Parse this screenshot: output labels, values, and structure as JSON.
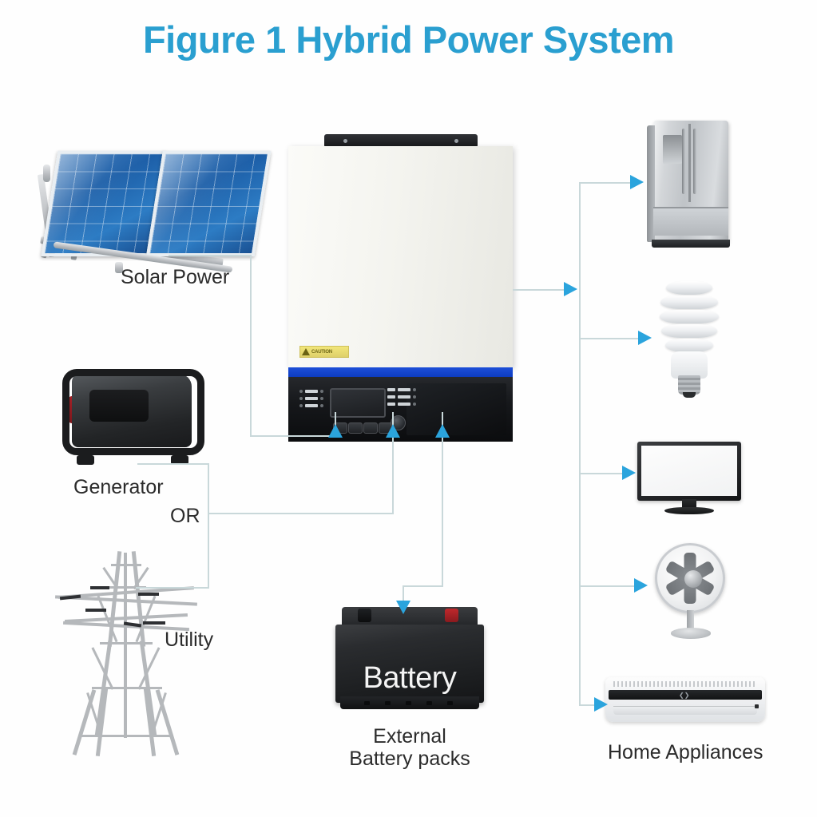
{
  "title": "Figure 1 Hybrid Power System",
  "theme": {
    "title_color": "#2a9fd0",
    "wire_color": "#c9d8da",
    "arrow_color": "#2ba4dd",
    "label_color": "#2b2b2b",
    "background": "#fefefe"
  },
  "sources": {
    "solar": {
      "label": "Solar Power",
      "icon": "solar-panel-icon"
    },
    "generator": {
      "label": "Generator",
      "icon": "generator-icon"
    },
    "utility": {
      "label": "Utility",
      "icon": "transmission-tower-icon"
    },
    "or_junction": {
      "label": "OR"
    }
  },
  "inverter": {
    "name": "hybrid-inverter",
    "caution_label": "CAUTION",
    "display": "lcd-screen",
    "button_count": 4,
    "power_button": "power-button",
    "led_indicator_count": 6
  },
  "storage": {
    "battery_face_text": "Battery",
    "label_line1": "External",
    "label_line2": "Battery packs",
    "icon": "car-battery-icon"
  },
  "loads": {
    "group_label": "Home Appliances",
    "items": [
      {
        "name": "refrigerator",
        "icon": "refrigerator-icon"
      },
      {
        "name": "cfl-light-bulb",
        "icon": "light-bulb-icon"
      },
      {
        "name": "television",
        "icon": "tv-icon"
      },
      {
        "name": "electric-fan",
        "icon": "fan-icon"
      },
      {
        "name": "air-conditioner",
        "icon": "air-conditioner-icon"
      }
    ]
  },
  "flow": {
    "solar_to_inverter": "one-way",
    "generator_to_inverter": "one-way",
    "utility_to_inverter": "one-way",
    "inverter_to_battery": "bidirectional",
    "inverter_to_loads": "one-way"
  }
}
